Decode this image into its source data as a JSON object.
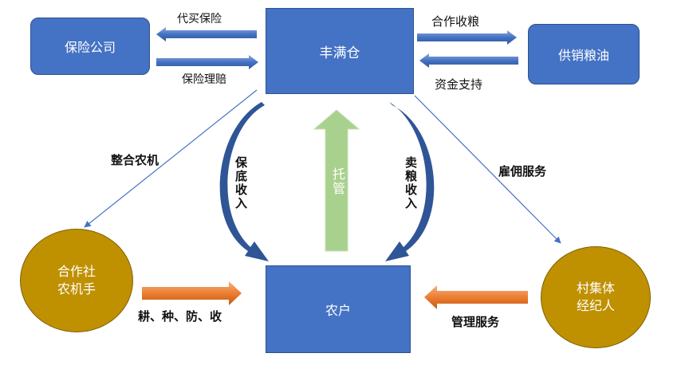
{
  "nodes": {
    "fengmancang": "丰满仓",
    "insurance": "保险公司",
    "supply": "供销粮油",
    "coop_line1": "合作社",
    "coop_line2": "农机手",
    "village_line1": "村集体",
    "village_line2": "经纪人",
    "farmer": "农户"
  },
  "labels": {
    "buy_insurance": "代买保险",
    "claims": "保险理赔",
    "cooperative_purchase": "合作收粮",
    "fund_support": "资金支持",
    "integrate_machinery": "整合农机",
    "hired_service": "雇佣服务",
    "guaranteed_income": "保底收入",
    "grain_income": "卖粮收入",
    "trusteeship": "托管",
    "farming": "耕、种、防、收",
    "management": "管理服务"
  },
  "colors": {
    "box_blue": "#4472c4",
    "circle_gold": "#bf9000",
    "arrow_orange": "#ed7d31",
    "arrow_green": "#a9d18e",
    "curve_blue": "#2f5597"
  }
}
